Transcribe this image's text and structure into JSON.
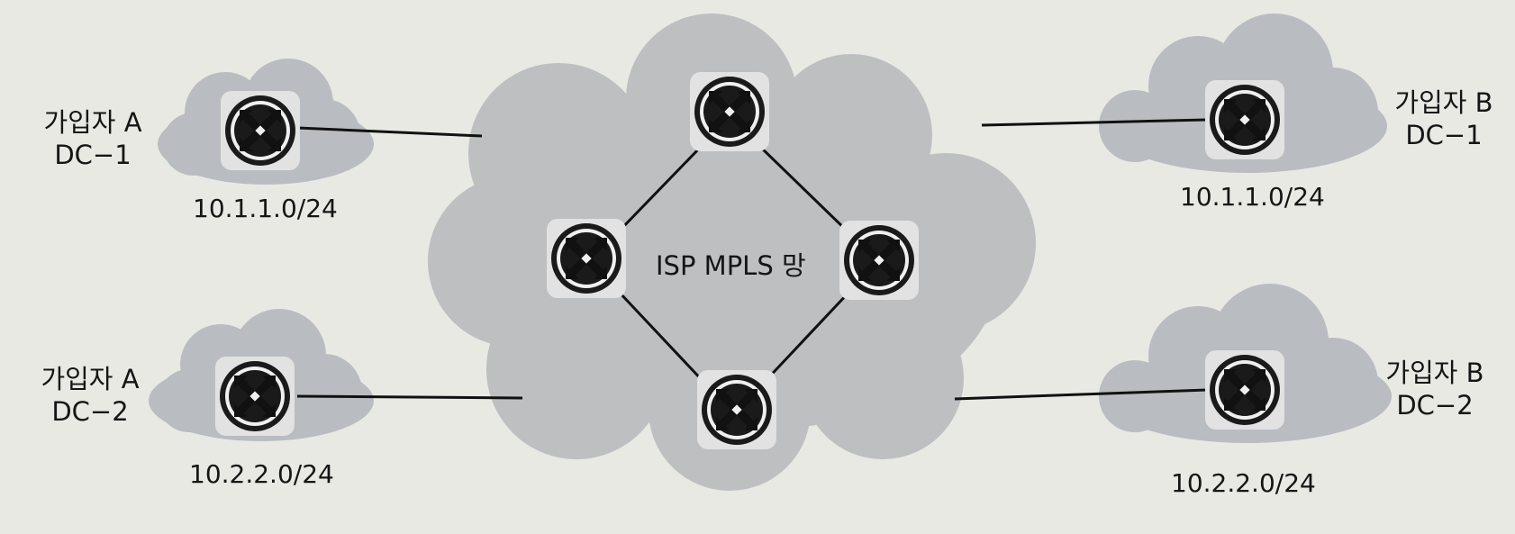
{
  "core": {
    "label": "ISP MPLS 망"
  },
  "sites": [
    {
      "id": "a-dc1",
      "name": "가입자 A",
      "dc": "DC−1",
      "network": "10.1.1.0/24"
    },
    {
      "id": "a-dc2",
      "name": "가입자 A",
      "dc": "DC−2",
      "network": "10.2.2.0/24"
    },
    {
      "id": "b-dc1",
      "name": "가입자 B",
      "dc": "DC−1",
      "network": "10.1.1.0/24"
    },
    {
      "id": "b-dc2",
      "name": "가입자 B",
      "dc": "DC−2",
      "network": "10.2.2.0/24"
    }
  ],
  "icon": "router-icon",
  "colors": {
    "cloud": "#b9bdc2",
    "background": "#e9e9e4",
    "line": "#111111"
  }
}
